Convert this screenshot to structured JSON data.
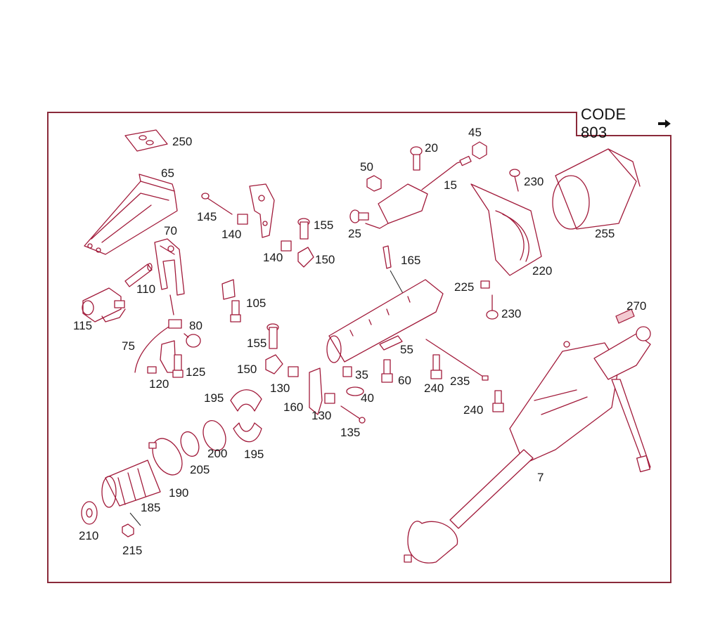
{
  "code_box": {
    "label": "CODE 803",
    "arrow_icon": "right-arrow-icon"
  },
  "callouts": {
    "p250": "250",
    "p65": "65",
    "p70": "70",
    "p110": "110",
    "p115": "115",
    "p80": "80",
    "p75": "75",
    "p125": "125",
    "p120": "120",
    "p145": "145",
    "p140a": "140",
    "p140b": "140",
    "p155a": "155",
    "p150a": "150",
    "p105": "105",
    "p155b": "155",
    "p150b": "150",
    "p130a": "130",
    "p160": "160",
    "p130b": "130",
    "p135": "135",
    "p195a": "195",
    "p195b": "195",
    "p200": "200",
    "p205": "205",
    "p190": "190",
    "p185": "185",
    "p210": "210",
    "p215": "215",
    "p50": "50",
    "p20": "20",
    "p45": "45",
    "p15": "15",
    "p25": "25",
    "p165": "165",
    "p35": "35",
    "p40": "40",
    "p55": "55",
    "p60": "60",
    "p230a": "230",
    "p230b": "230",
    "p220": "220",
    "p225": "225",
    "p255": "255",
    "p270": "270",
    "p235": "235",
    "p240a": "240",
    "p240b": "240",
    "p7": "7"
  }
}
